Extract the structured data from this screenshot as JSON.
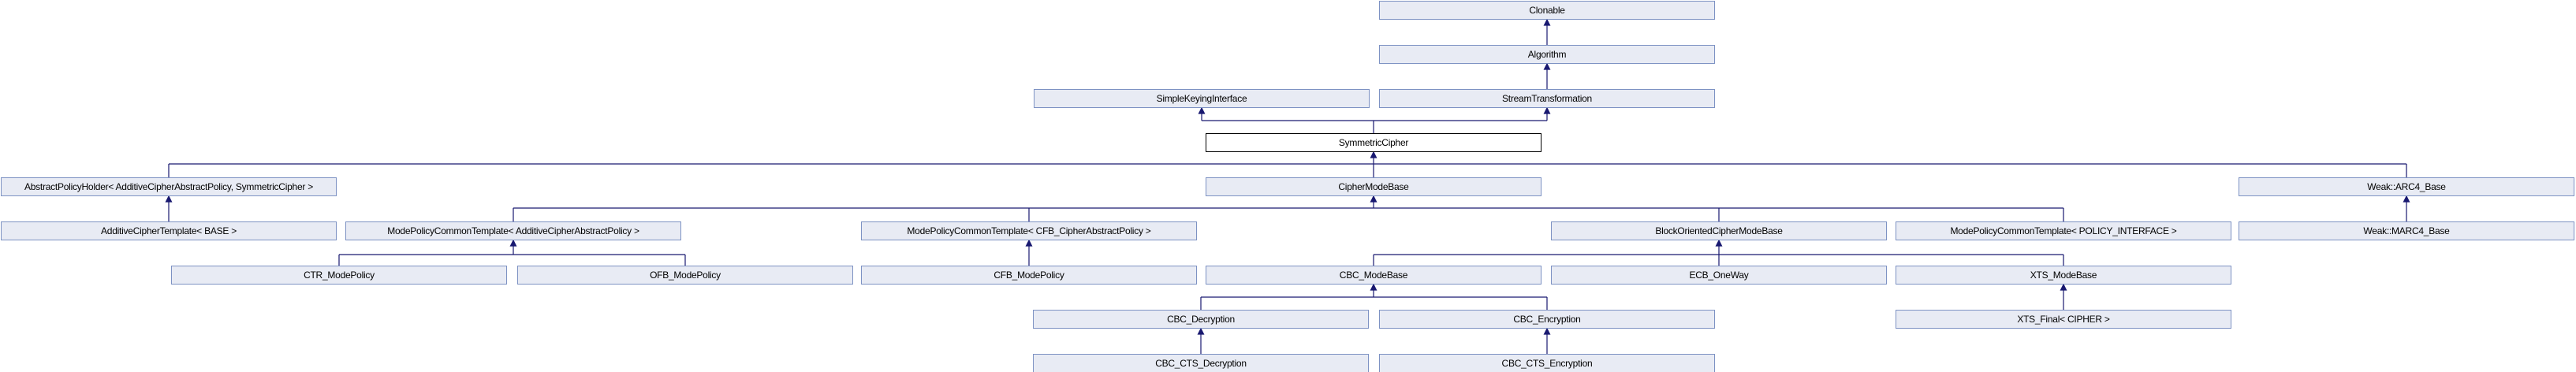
{
  "diagram": {
    "type": "class-inheritance-graph",
    "focus_class": "SymmetricCipher",
    "colors": {
      "background": "#FFFFFF",
      "node_fill": "#E8EBF4",
      "node_border": "#7D92C3",
      "focus_node_fill": "#FFFFFF",
      "focus_node_border": "#000000",
      "edge": "#191970",
      "text": "#000000"
    },
    "nodes": [
      {
        "id": "clonable",
        "label": "Clonable"
      },
      {
        "id": "algorithm",
        "label": "Algorithm"
      },
      {
        "id": "simple-keying-interface",
        "label": "SimpleKeyingInterface"
      },
      {
        "id": "stream-transformation",
        "label": "StreamTransformation"
      },
      {
        "id": "symmetric-cipher",
        "label": "SymmetricCipher"
      },
      {
        "id": "abstract-policy-holder",
        "label": "AbstractPolicyHolder< AdditiveCipherAbstractPolicy, SymmetricCipher >"
      },
      {
        "id": "cipher-mode-base",
        "label": "CipherModeBase"
      },
      {
        "id": "weak-arc4-base",
        "label": "Weak::ARC4_Base"
      },
      {
        "id": "additive-cipher-template",
        "label": "AdditiveCipherTemplate< BASE >"
      },
      {
        "id": "mpct-additive",
        "label": "ModePolicyCommonTemplate< AdditiveCipherAbstractPolicy >"
      },
      {
        "id": "mpct-cfb",
        "label": "ModePolicyCommonTemplate< CFB_CipherAbstractPolicy >"
      },
      {
        "id": "block-oriented-cipher-mode-base",
        "label": "BlockOrientedCipherModeBase"
      },
      {
        "id": "mpct-policy-interface",
        "label": "ModePolicyCommonTemplate< POLICY_INTERFACE >"
      },
      {
        "id": "weak-marc4-base",
        "label": "Weak::MARC4_Base"
      },
      {
        "id": "ctr-mode-policy",
        "label": "CTR_ModePolicy"
      },
      {
        "id": "ofb-mode-policy",
        "label": "OFB_ModePolicy"
      },
      {
        "id": "cfb-mode-policy",
        "label": "CFB_ModePolicy"
      },
      {
        "id": "cbc-mode-base",
        "label": "CBC_ModeBase"
      },
      {
        "id": "ecb-one-way",
        "label": "ECB_OneWay"
      },
      {
        "id": "xts-mode-base",
        "label": "XTS_ModeBase"
      },
      {
        "id": "cbc-decryption",
        "label": "CBC_Decryption"
      },
      {
        "id": "cbc-encryption",
        "label": "CBC_Encryption"
      },
      {
        "id": "xts-final",
        "label": "XTS_Final< CIPHER >"
      },
      {
        "id": "cbc-cts-decryption",
        "label": "CBC_CTS_Decryption"
      },
      {
        "id": "cbc-cts-encryption",
        "label": "CBC_CTS_Encryption"
      }
    ],
    "edges": [
      {
        "from": "Algorithm",
        "to": "Clonable"
      },
      {
        "from": "StreamTransformation",
        "to": "Algorithm"
      },
      {
        "from": "SymmetricCipher",
        "to": "SimpleKeyingInterface"
      },
      {
        "from": "SymmetricCipher",
        "to": "StreamTransformation"
      },
      {
        "from": "AbstractPolicyHolder< AdditiveCipherAbstractPolicy, SymmetricCipher >",
        "to": "SymmetricCipher"
      },
      {
        "from": "CipherModeBase",
        "to": "SymmetricCipher"
      },
      {
        "from": "Weak::ARC4_Base",
        "to": "SymmetricCipher"
      },
      {
        "from": "AdditiveCipherTemplate< BASE >",
        "to": "AbstractPolicyHolder< AdditiveCipherAbstractPolicy, SymmetricCipher >"
      },
      {
        "from": "ModePolicyCommonTemplate< AdditiveCipherAbstractPolicy >",
        "to": "CipherModeBase"
      },
      {
        "from": "ModePolicyCommonTemplate< CFB_CipherAbstractPolicy >",
        "to": "CipherModeBase"
      },
      {
        "from": "BlockOrientedCipherModeBase",
        "to": "CipherModeBase"
      },
      {
        "from": "ModePolicyCommonTemplate< POLICY_INTERFACE >",
        "to": "CipherModeBase"
      },
      {
        "from": "Weak::MARC4_Base",
        "to": "Weak::ARC4_Base"
      },
      {
        "from": "CTR_ModePolicy",
        "to": "ModePolicyCommonTemplate< AdditiveCipherAbstractPolicy >"
      },
      {
        "from": "OFB_ModePolicy",
        "to": "ModePolicyCommonTemplate< AdditiveCipherAbstractPolicy >"
      },
      {
        "from": "CFB_ModePolicy",
        "to": "ModePolicyCommonTemplate< CFB_CipherAbstractPolicy >"
      },
      {
        "from": "CBC_ModeBase",
        "to": "BlockOrientedCipherModeBase"
      },
      {
        "from": "ECB_OneWay",
        "to": "BlockOrientedCipherModeBase"
      },
      {
        "from": "XTS_ModeBase",
        "to": "BlockOrientedCipherModeBase"
      },
      {
        "from": "CBC_Decryption",
        "to": "CBC_ModeBase"
      },
      {
        "from": "CBC_Encryption",
        "to": "CBC_ModeBase"
      },
      {
        "from": "XTS_Final< CIPHER >",
        "to": "XTS_ModeBase"
      },
      {
        "from": "CBC_CTS_Decryption",
        "to": "CBC_Decryption"
      },
      {
        "from": "CBC_CTS_Encryption",
        "to": "CBC_Encryption"
      }
    ]
  }
}
